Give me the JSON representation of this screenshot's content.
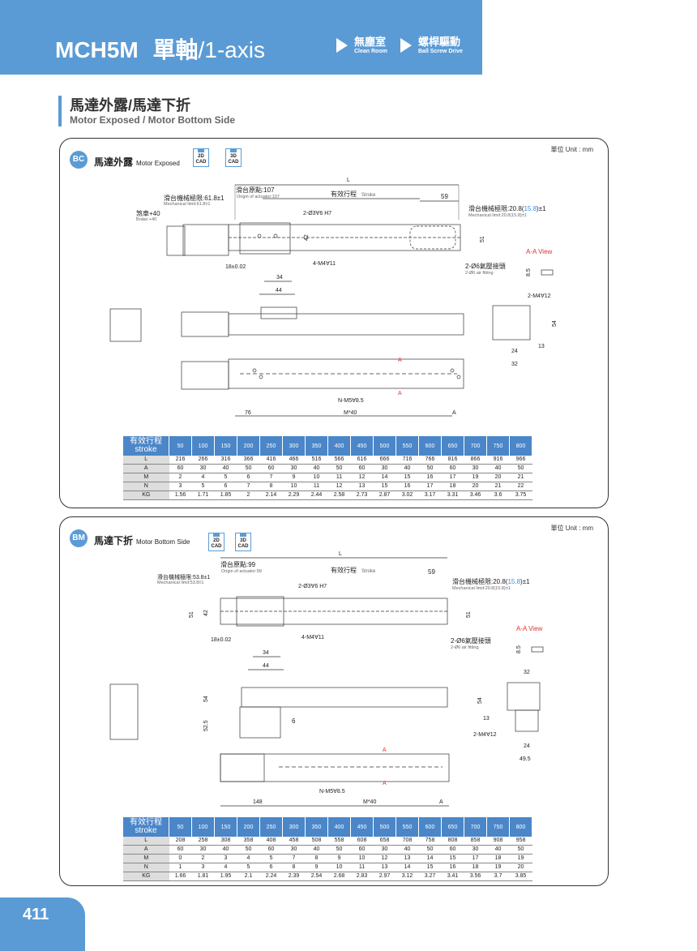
{
  "header": {
    "model": "MCH5M",
    "axis_zh": "單軸",
    "axis_en": "/1-axis",
    "tags": [
      {
        "zh": "無塵室",
        "en": "Clean Room"
      },
      {
        "zh": "螺桿驅動",
        "en": "Ball Screw Drive"
      }
    ]
  },
  "section": {
    "title": "馬達外露/馬達下折",
    "subtitle": "Motor Exposed / Motor Bottom Side"
  },
  "panels": [
    {
      "badge": "BC",
      "title_zh": "馬達外露",
      "title_en": "Motor Exposed",
      "unit": "單位 Unit : mm",
      "cad": [
        "2D CAD",
        "3D CAD"
      ],
      "labels": {
        "L": "L",
        "origin_zh": "滑台原點:107",
        "origin_en": "Origin of actuator:107",
        "stroke_zh": "有效行程",
        "stroke_en": "Stroke",
        "d59": "59",
        "mech_left_zh": "滑台機械極限:61.8±1",
        "mech_left_en": "Mechanical limit:61.8±1",
        "brake_zh": "煞車+40",
        "brake_en": "Brake:+40",
        "mech_right_zh": "滑台機械極限:20.8(",
        "mech_right_blue": "15.8",
        "mech_right_tail": ")±1",
        "mech_right_en": "Mechanical limit:20.8(15.8)±1",
        "hole": "2-Ø3∀6 H7",
        "d42": "42",
        "d51": "51",
        "m4": "4-M4∀11",
        "d18": "18±0.02",
        "d34": "34",
        "d44": "44",
        "air_zh": "2-Ø6氣壓接頭",
        "air_en": "2-Ø6 air fitting",
        "aa_view": "A-A View",
        "d85": "8.5",
        "m4_12": "2-M4∀12",
        "d54": "54",
        "d13": "13",
        "d24": "24",
        "d32": "32",
        "A": "A",
        "nm5": "N-M5∀8.5",
        "d76": "76",
        "m40": "M*40"
      },
      "table": {
        "header_zh": "有效行程",
        "header_en": "stroke",
        "strokes": [
          "50",
          "100",
          "150",
          "200",
          "250",
          "300",
          "350",
          "400",
          "450",
          "500",
          "550",
          "600",
          "650",
          "700",
          "750",
          "800"
        ],
        "rows": [
          {
            "label": "L",
            "values": [
              "216",
              "266",
              "316",
              "366",
              "416",
              "466",
              "516",
              "566",
              "616",
              "666",
              "716",
              "766",
              "816",
              "866",
              "916",
              "966"
            ]
          },
          {
            "label": "A",
            "values": [
              "60",
              "30",
              "40",
              "50",
              "60",
              "30",
              "40",
              "50",
              "60",
              "30",
              "40",
              "50",
              "60",
              "30",
              "40",
              "50"
            ]
          },
          {
            "label": "M",
            "values": [
              "2",
              "4",
              "5",
              "6",
              "7",
              "9",
              "10",
              "11",
              "12",
              "14",
              "15",
              "16",
              "17",
              "19",
              "20",
              "21"
            ]
          },
          {
            "label": "N",
            "values": [
              "3",
              "5",
              "6",
              "7",
              "8",
              "10",
              "11",
              "12",
              "13",
              "15",
              "16",
              "17",
              "18",
              "20",
              "21",
              "22"
            ]
          },
          {
            "label": "KG",
            "values": [
              "1.56",
              "1.71",
              "1.85",
              "2",
              "2.14",
              "2.29",
              "2.44",
              "2.58",
              "2.73",
              "2.87",
              "3.02",
              "3.17",
              "3.31",
              "3.46",
              "3.6",
              "3.75"
            ]
          }
        ]
      }
    },
    {
      "badge": "BM",
      "title_zh": "馬達下折",
      "title_en": "Motor Bottom Side",
      "unit": "單位 Unit : mm",
      "cad": [
        "2D CAD",
        "3D CAD"
      ],
      "labels": {
        "L": "L",
        "origin_zh": "滑台原點:99",
        "origin_en": "Origin of actuator:99",
        "stroke_zh": "有效行程",
        "stroke_en": "Stroke",
        "d59": "59",
        "mech_left_zh": "滑台機械極限:53.8±1",
        "mech_left_en": "Mechanical limit:53.8±1",
        "mech_right_zh": "滑台機械極限:20.8(",
        "mech_right_blue": "15.8",
        "mech_right_tail": ")±1",
        "mech_right_en": "Mechanical limit:20.8(15.8)±1",
        "hole": "2-Ø3∀6 H7",
        "d51": "51",
        "d42": "42",
        "d51r": "51",
        "m4": "4-M4∀11",
        "d18": "18±0.02",
        "d34": "34",
        "d44": "44",
        "air_zh": "2-Ø6氣壓接頭",
        "air_en": "2-Ø6 air fitting",
        "aa_view": "A-A View",
        "d85": "8.5",
        "d32": "32",
        "d54": "54",
        "d525": "52.5",
        "d6": "6",
        "d13": "13",
        "m4_12": "2-M4∀12",
        "d24": "24",
        "d495": "49.5",
        "A": "A",
        "nm5": "N-M5∀8.5",
        "d148": "148",
        "m40": "M*40"
      },
      "table": {
        "header_zh": "有效行程",
        "header_en": "stroke",
        "strokes": [
          "50",
          "100",
          "150",
          "200",
          "250",
          "300",
          "350",
          "400",
          "450",
          "500",
          "550",
          "600",
          "650",
          "700",
          "750",
          "800"
        ],
        "rows": [
          {
            "label": "L",
            "values": [
              "208",
              "258",
              "308",
              "358",
              "408",
              "458",
              "508",
              "558",
              "608",
              "658",
              "708",
              "758",
              "808",
              "858",
              "908",
              "958"
            ]
          },
          {
            "label": "A",
            "values": [
              "60",
              "30",
              "40",
              "50",
              "60",
              "30",
              "40",
              "50",
              "60",
              "30",
              "40",
              "50",
              "60",
              "30",
              "40",
              "50"
            ]
          },
          {
            "label": "M",
            "values": [
              "0",
              "2",
              "3",
              "4",
              "5",
              "7",
              "8",
              "9",
              "10",
              "12",
              "13",
              "14",
              "15",
              "17",
              "18",
              "19"
            ]
          },
          {
            "label": "N",
            "values": [
              "1",
              "3",
              "4",
              "5",
              "6",
              "8",
              "9",
              "10",
              "11",
              "13",
              "14",
              "15",
              "16",
              "18",
              "19",
              "20"
            ]
          },
          {
            "label": "KG",
            "values": [
              "1.66",
              "1.81",
              "1.95",
              "2.1",
              "2.24",
              "2.39",
              "2.54",
              "2.68",
              "2.83",
              "2.97",
              "3.12",
              "3.27",
              "3.41",
              "3.56",
              "3.7",
              "3.85"
            ]
          }
        ]
      }
    }
  ],
  "page_number": "411"
}
